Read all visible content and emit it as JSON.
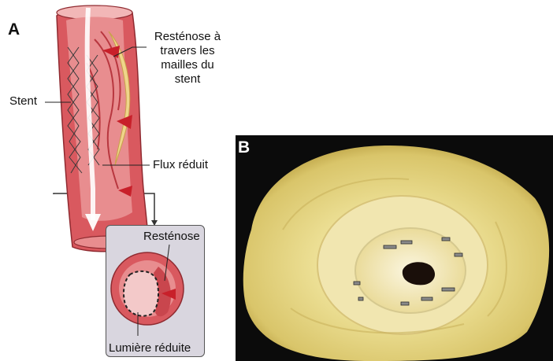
{
  "panel_a": {
    "letter": "A",
    "labels": {
      "restenosis_mesh": [
        "Resténose à",
        "travers les",
        "mailles du stent"
      ],
      "stent": "Stent",
      "reduced_flow": "Flux réduit",
      "restenosis": "Resténose",
      "reduced_lumen": "Lumière réduite"
    }
  },
  "panel_b": {
    "letter": "B"
  },
  "colors": {
    "vessel_wall": "#d9595f",
    "vessel_inner": "#e88d8f",
    "plaque": "#efd58a",
    "lumen": "#f3c9c9",
    "inset_bg": "#d9d6df",
    "photo_tissue": "#e8dc8a",
    "photo_bg": "#0b0b0b"
  }
}
